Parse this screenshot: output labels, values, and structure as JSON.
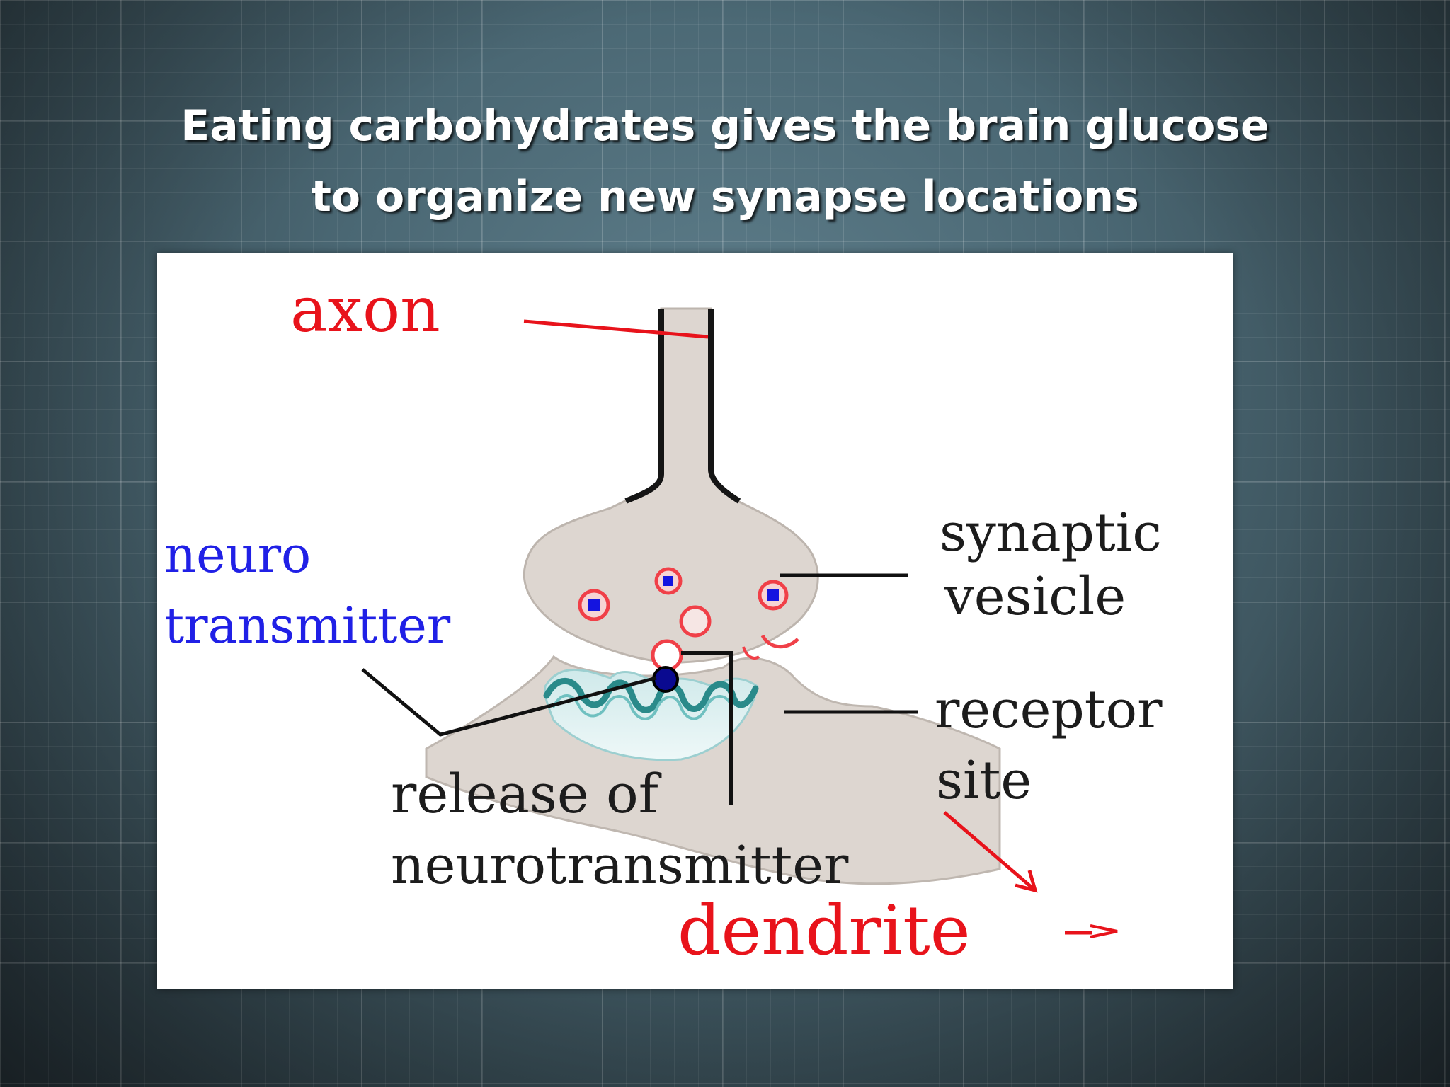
{
  "slide": {
    "title_line1": "Eating carbohydrates gives the brain glucose",
    "title_line2": "to organize new synapse locations"
  },
  "diagram": {
    "labels": {
      "axon": "axon",
      "neuro": "neuro",
      "transmitter": "transmitter",
      "synaptic": "synaptic",
      "vesicle": "vesicle",
      "receptor": "receptor",
      "site": "site",
      "release_of": "release of",
      "neurotransmitter": "neurotransmitter",
      "dendrite": "dendrite"
    },
    "colors": {
      "red_label": "#e8131b",
      "blue_label": "#2020e6",
      "black_label": "#1c1c1c",
      "membrane_fill": "#ded8d2",
      "vesicle_ring": "#f04048",
      "vesicle_core": "#1414e0",
      "receptor_teal": "#2a8a8a"
    }
  }
}
